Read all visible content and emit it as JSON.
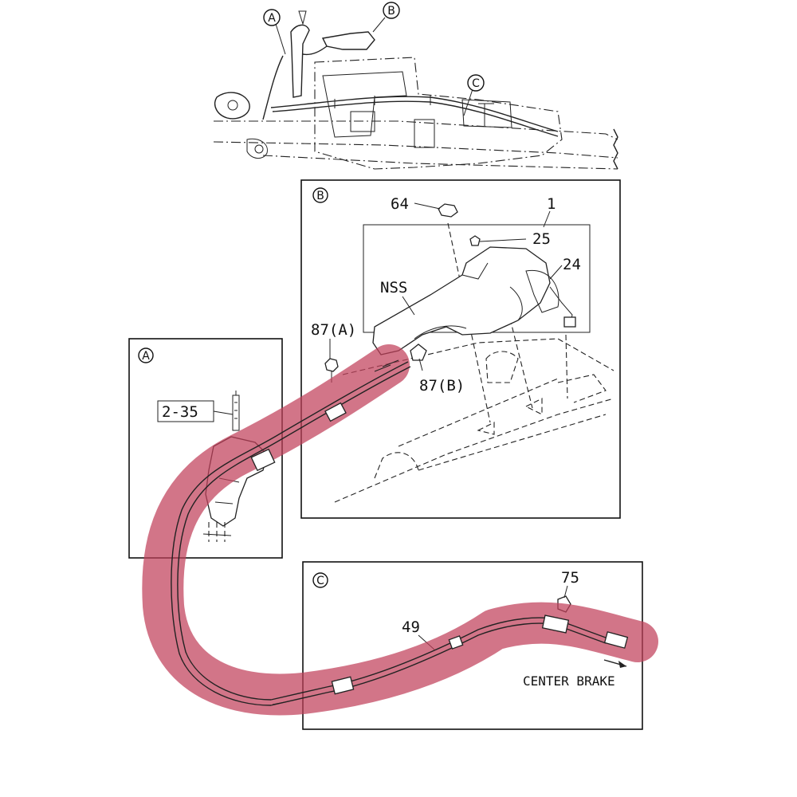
{
  "colors": {
    "cable_highlight": "#c0405a",
    "line": "#222222",
    "background": "#ffffff"
  },
  "overview": {
    "callout_a": "A",
    "callout_b": "B",
    "callout_c": "C"
  },
  "box_b": {
    "letter": "B",
    "labels": {
      "p64": "64",
      "p1": "1",
      "p25": "25",
      "p24": "24",
      "nss": "NSS",
      "p87a": "87(A)",
      "p87b": "87(B)"
    }
  },
  "box_a": {
    "letter": "A",
    "label_2_35": "2-35"
  },
  "box_c": {
    "letter": "C",
    "label_75": "75",
    "label_49": "49",
    "center_brake": "CENTER BRAKE"
  }
}
